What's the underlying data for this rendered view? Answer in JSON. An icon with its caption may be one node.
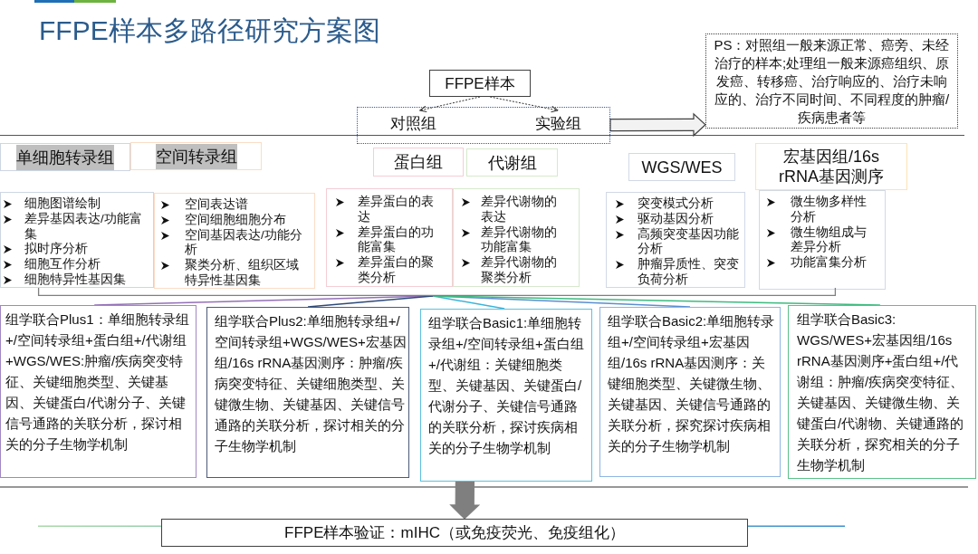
{
  "diagram": {
    "title": "FFPE样本多路径研究方案图",
    "nodes": [
      {
        "text": [
          "FFPE样本"
        ]
      },
      {
        "text": [],
        "shape": "box"
      },
      {
        "text": [
          "对照组"
        ],
        "in": 1
      },
      {
        "text": [
          "实验组"
        ],
        "in": 1
      },
      {
        "text": [
          "PS：对照组一般来源正常、癌旁、未经治疗的样本;处理组一般来源癌组织、原发癌、转移癌、治疗响应的、治疗未响应的、治疗不同时间、不同程度的肿瘤/疾病患者等"
        ]
      },
      {
        "text": [
          "单细胞转录组"
        ]
      },
      {
        "text": [
          "空间转录组"
        ]
      },
      {
        "text": [
          "蛋白组"
        ]
      },
      {
        "text": [
          "代谢组"
        ]
      },
      {
        "text": [
          "WGS/WES"
        ]
      },
      {
        "text": [
          "宏基因组/16s rRNA基因测序"
        ]
      },
      {
        "text": [
          "细胞图谱绘制",
          "差异基因表达/功能富集",
          "拟时序分析",
          "细胞互作分析",
          "细胞特异性基因集"
        ]
      },
      {
        "text": [
          "空间表达谱",
          "空间细胞细胞分布",
          "空间基因表达/功能分析",
          "聚类分析、组织区域特异性基因集"
        ]
      },
      {
        "text": [
          "差异蛋白的表达",
          "差异蛋白的功能富集",
          "差异蛋白的聚类分析"
        ]
      },
      {
        "text": [
          "差异代谢物的表达",
          "差异代谢物的功能富集",
          "差异代谢物的聚类分析"
        ]
      },
      {
        "text": [
          "突变模式分析",
          "驱动基因分析",
          "高频突变基因功能分析",
          "肿瘤异质性、突变负荷分析"
        ]
      },
      {
        "text": [
          "微生物多样性分析",
          "微生物组成与差异分析",
          "功能富集分析"
        ]
      },
      {
        "text": [],
        "shape": "bracket"
      },
      {
        "text": [
          "组学联合Plus1：单细胞转录组+/空间转录组+蛋白组+/代谢组+WGS/WES:肿瘤/疾病突变特征、关键细胞类型、关键基因、关键蛋白/代谢分子、关键信号通路的关联分析，探讨相关的分子生物学机制"
        ]
      },
      {
        "text": [
          "组学联合Plus2:单细胞转录组+/空间转录组+WGS/WES+宏基因组/16s rRNA基因测序：肿瘤/疾病突变特征、关键细胞类型、关键微生物、关键基因、关键信号通路的关联分析，探讨相关的分子生物学机制"
        ]
      },
      {
        "text": [
          "组学联合Basic1:单细胞转录组+/空间转录组+蛋白组+/代谢组：关键细胞类型、关键基因、关键蛋白/代谢分子、关键信号通路的关联分析，探讨疾病相关的分子生物学机制"
        ]
      },
      {
        "text": [
          "组学联合Basic2:单细胞转录组+/空间转录组+宏基因组/16s rRNA基因测序：关键细胞类型、关键微生物、关键基因、关键信号通路的关联分析，探究探讨疾病相关的分子生物学机制"
        ]
      },
      {
        "text": [
          "组学联合Basic3: WGS/WES+宏基因组/16s rRNA基因测序+蛋白组+/代谢组：肿瘤/疾病突变特征、关键基因、关键微生物、关键蛋白/代谢物、关键通路的关联分析，探究相关的分子生物学机制"
        ]
      },
      {
        "text": [
          "FFPE样本验证：mIHC（或免疫荧光、免疫组化）"
        ]
      }
    ],
    "edges": [
      {
        "from": 0,
        "to": 2,
        "arrow": "to",
        "style": "dashed"
      },
      {
        "from": 0,
        "to": 3,
        "arrow": "to",
        "style": "dashed"
      },
      {
        "from": 1,
        "to": 4,
        "arrow": "to",
        "style": "thick"
      },
      {
        "from": 17,
        "to": 18,
        "arrow": "none",
        "color": "#9470b8"
      },
      {
        "from": 17,
        "to": 19,
        "arrow": "none",
        "color": "#2e4a7a"
      },
      {
        "from": 17,
        "to": 20,
        "arrow": "none",
        "color": "#3bb4d9"
      },
      {
        "from": 17,
        "to": 21,
        "arrow": "none",
        "color": "#5b8fd0"
      },
      {
        "from": 17,
        "to": 22,
        "arrow": "none",
        "color": "#3dbb80"
      },
      {
        "from": 20,
        "to": 23,
        "arrow": "to",
        "style": "thick",
        "color": "#7f7f7f"
      }
    ]
  }
}
